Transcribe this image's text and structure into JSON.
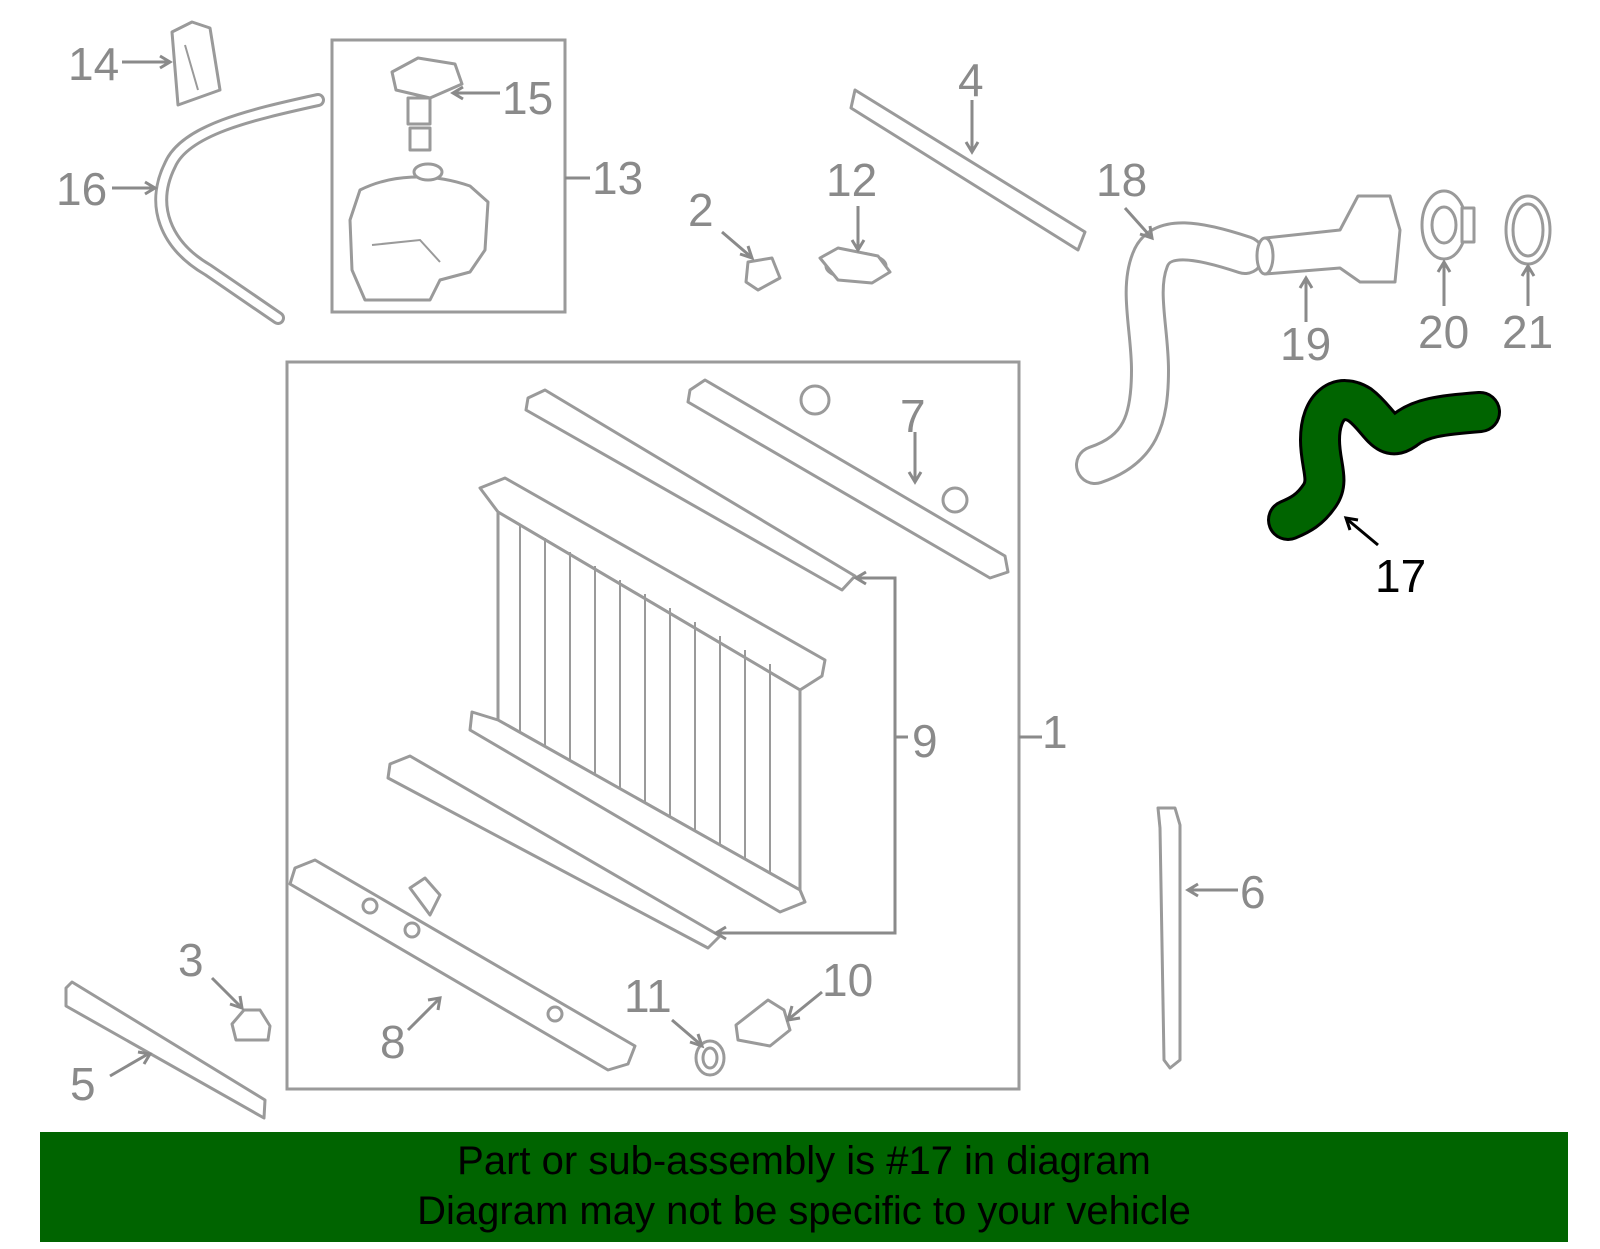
{
  "highlight_color": "#006400",
  "callouts": [
    {
      "id": "1",
      "label": "1"
    },
    {
      "id": "2",
      "label": "2"
    },
    {
      "id": "3",
      "label": "3"
    },
    {
      "id": "4",
      "label": "4"
    },
    {
      "id": "5",
      "label": "5"
    },
    {
      "id": "6",
      "label": "6"
    },
    {
      "id": "7",
      "label": "7"
    },
    {
      "id": "8",
      "label": "8"
    },
    {
      "id": "9",
      "label": "9"
    },
    {
      "id": "10",
      "label": "10"
    },
    {
      "id": "11",
      "label": "11"
    },
    {
      "id": "12",
      "label": "12"
    },
    {
      "id": "13",
      "label": "13"
    },
    {
      "id": "14",
      "label": "14"
    },
    {
      "id": "15",
      "label": "15"
    },
    {
      "id": "16",
      "label": "16"
    },
    {
      "id": "17",
      "label": "17",
      "highlighted": true
    },
    {
      "id": "18",
      "label": "18"
    },
    {
      "id": "19",
      "label": "19"
    },
    {
      "id": "20",
      "label": "20"
    },
    {
      "id": "21",
      "label": "21"
    }
  ],
  "banner": {
    "line1": "Part or sub-assembly is #17 in diagram",
    "line2": "Diagram may not be specific to your vehicle"
  }
}
